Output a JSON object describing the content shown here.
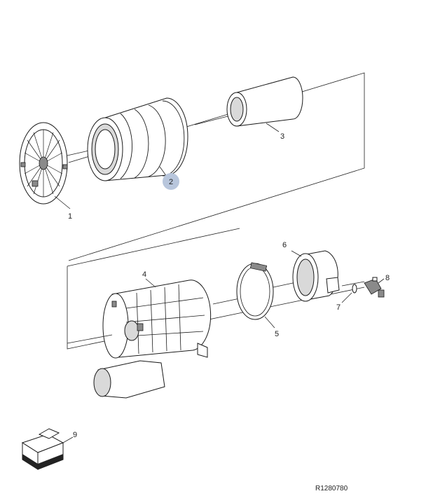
{
  "diagram": {
    "reference_code": "R1280780",
    "highlight_color": "#b8c6dc",
    "callouts": [
      {
        "id": "1",
        "label": "1"
      },
      {
        "id": "2",
        "label": "2",
        "highlighted": true
      },
      {
        "id": "3",
        "label": "3"
      },
      {
        "id": "4",
        "label": "4"
      },
      {
        "id": "5",
        "label": "5"
      },
      {
        "id": "6",
        "label": "6"
      },
      {
        "id": "7",
        "label": "7"
      },
      {
        "id": "8",
        "label": "8"
      },
      {
        "id": "9",
        "label": "9"
      }
    ]
  }
}
